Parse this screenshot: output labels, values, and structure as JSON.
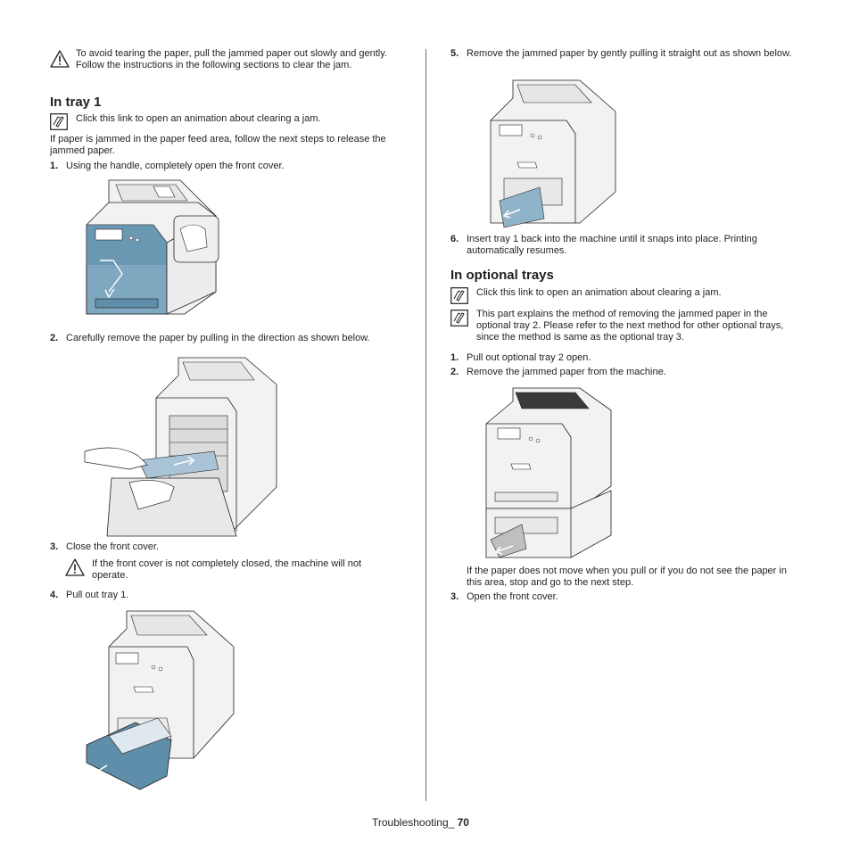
{
  "left": {
    "caution_top": "To avoid tearing the paper, pull the jammed paper out slowly and gently. Follow the instructions in the following sections to clear the jam.",
    "section_title": "In tray 1",
    "note_link": "Click this link to open an animation about clearing a jam.",
    "intro": "If paper is jammed in the paper feed area, follow the next steps to release the jammed paper.",
    "steps": [
      {
        "num": "1.",
        "text": "Using the handle, completely open the front cover."
      },
      {
        "num": "2.",
        "text": "Carefully remove the paper by pulling in the direction as shown below."
      },
      {
        "num": "3.",
        "text": "Close the front cover."
      },
      {
        "num": "4.",
        "text": "Pull out tray 1."
      }
    ],
    "caution_cover": "If the front cover is not completely closed, the machine will not operate."
  },
  "right": {
    "steps_top": [
      {
        "num": "5.",
        "text": "Remove the jammed paper by gently pulling it straight out as shown below."
      },
      {
        "num": "6.",
        "text": "Insert tray 1 back into the machine until it snaps into place. Printing automatically resumes."
      }
    ],
    "section_title": "In optional trays",
    "note_link": "Click this link to open an animation about clearing a jam.",
    "note_optional": "This part explains the method of removing the jammed paper in the optional tray 2. Please refer to the next method for other optional trays, since the method is same as the optional tray 3.",
    "steps_bottom": [
      {
        "num": "1.",
        "text": "Pull out optional tray 2 open."
      },
      {
        "num": "2.",
        "text": "Remove the jammed paper from the machine."
      }
    ],
    "after_text": "If the paper does not move when you pull or if you do not see the paper in this area, stop and go to the next step.",
    "step3": {
      "num": "3.",
      "text": "Open the front cover."
    }
  },
  "footer": {
    "label": "Troubleshooting_ ",
    "page": "70"
  },
  "colors": {
    "accent_blue": "#4f7f9c",
    "text": "#231f20",
    "line": "#6d6e71"
  }
}
